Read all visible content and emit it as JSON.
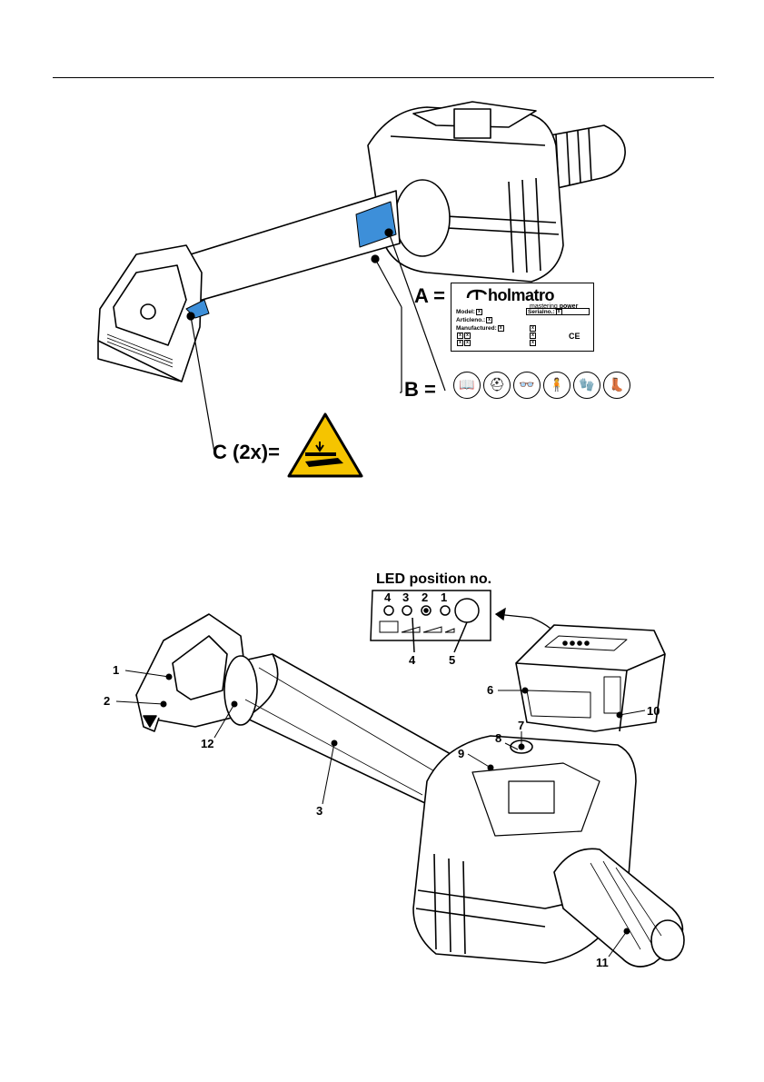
{
  "labels": {
    "a": "A =",
    "b": "B =",
    "c": "C (2x)="
  },
  "nameplate": {
    "brand": "holmatro",
    "tagline_prefix": "mastering ",
    "tagline_bold": "power",
    "model": "Model:",
    "serial": "Serialno.:",
    "article": "Articleno.:",
    "manufactured": "Manufactured:",
    "ce": "CE"
  },
  "ppe_icons": [
    "manual-icon",
    "helmet-icon",
    "goggles-icon",
    "overall-icon",
    "gloves-icon",
    "boots-icon"
  ],
  "warning_icon": "hand-crush-warning-icon",
  "led": {
    "title": "LED position no.",
    "positions": [
      "4",
      "3",
      "2",
      "1"
    ]
  },
  "callouts": [
    "1",
    "2",
    "3",
    "4",
    "5",
    "6",
    "7",
    "8",
    "9",
    "10",
    "11",
    "12"
  ],
  "colors": {
    "label_blue": "#3d8fd9",
    "warning_yellow": "#f5c400"
  }
}
